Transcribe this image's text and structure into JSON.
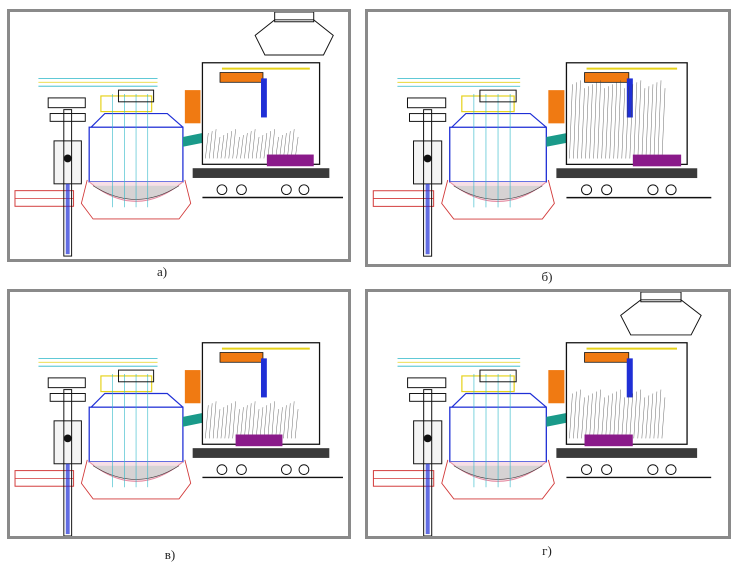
{
  "figure": {
    "panels": [
      {
        "id": "a",
        "caption": "а)",
        "variant": "a"
      },
      {
        "id": "b",
        "caption": "б)",
        "variant": "b"
      },
      {
        "id": "v",
        "caption": "в)",
        "variant": "v"
      },
      {
        "id": "g",
        "caption": "г)",
        "variant": "g"
      }
    ]
  },
  "colors": {
    "frame": "#8a8a8a",
    "outline": "#111111",
    "blue": "#1f2fd6",
    "orange": "#f07a12",
    "purple": "#8a1a8a",
    "red": "#d23a3a",
    "cyan": "#2bb7c8",
    "yellow": "#e6d21a",
    "teal": "#1a9a8a",
    "pink": "#e58aa0"
  }
}
